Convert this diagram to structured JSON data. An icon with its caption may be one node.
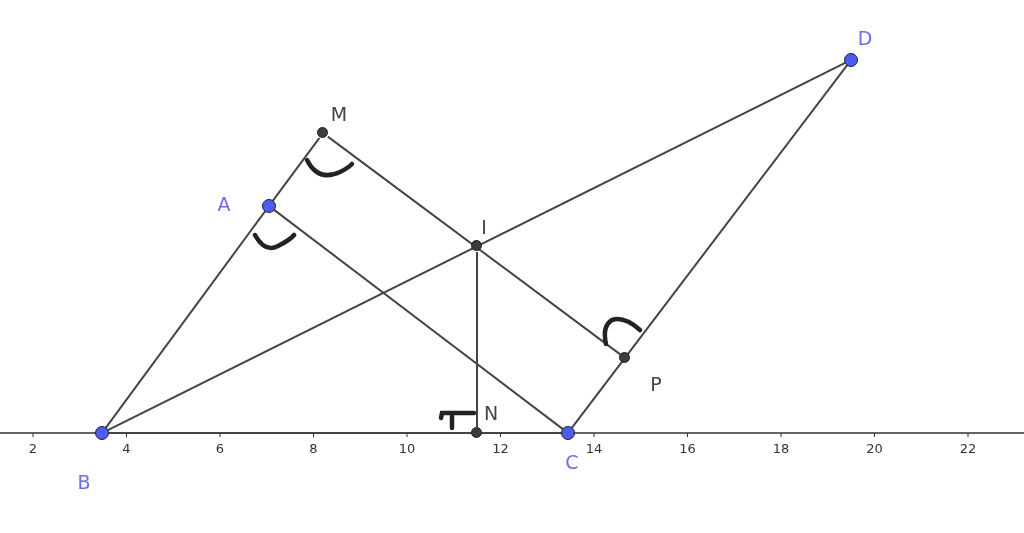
{
  "diagram": {
    "nodes": [
      {
        "text": [
          "D"
        ]
      },
      {
        "text": [
          "M"
        ]
      },
      {
        "text": [
          "A"
        ]
      },
      {
        "text": [
          "I"
        ]
      },
      {
        "text": [
          "P"
        ]
      },
      {
        "text": [
          "N"
        ]
      },
      {
        "text": [
          "B"
        ]
      },
      {
        "text": [
          "C"
        ]
      }
    ],
    "edges": [
      {
        "from": 2,
        "to": 6,
        "arrow": "none"
      },
      {
        "from": 6,
        "to": 7,
        "arrow": "none"
      },
      {
        "from": 6,
        "to": 0,
        "arrow": "none"
      },
      {
        "from": 2,
        "to": 7,
        "arrow": "none"
      },
      {
        "from": 2,
        "to": 1,
        "arrow": "none"
      },
      {
        "from": 1,
        "to": 4,
        "arrow": "none"
      },
      {
        "from": 7,
        "to": 0,
        "arrow": "none"
      },
      {
        "from": 3,
        "to": 5,
        "arrow": "none"
      }
    ],
    "labels": [
      "2",
      "4",
      "6",
      "8",
      "10",
      "12",
      "14",
      "16",
      "18",
      "20",
      "22"
    ]
  }
}
